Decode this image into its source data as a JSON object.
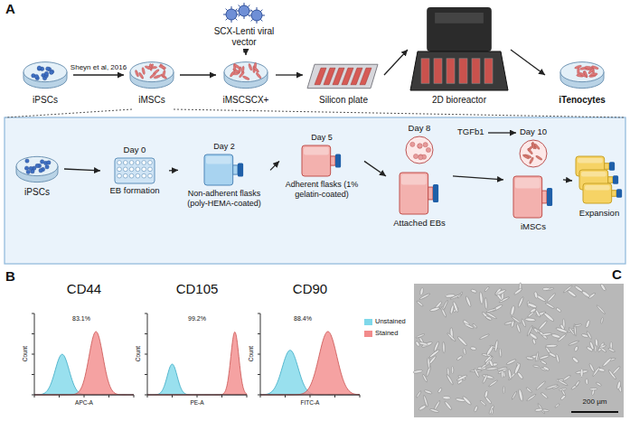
{
  "diagram": {
    "nodes": [
      {
        "text": [
          "iPSCs"
        ]
      },
      {
        "text": [
          "iMSCs"
        ]
      },
      {
        "text": [
          "SCX-Lenti viral vector"
        ]
      },
      {
        "text": [
          "iMSCSCX+"
        ]
      },
      {
        "text": [
          "Silicon plate"
        ]
      },
      {
        "text": [
          "2D bioreactor"
        ]
      },
      {
        "text": [
          "iTenocytes"
        ]
      },
      {
        "text": [
          "iPSCs"
        ]
      },
      {
        "text": [
          "Day 0",
          "EB formation"
        ]
      },
      {
        "text": [
          "Day 2",
          "Non-adherent flasks (poly-HEMA-coated)"
        ]
      },
      {
        "text": [
          "Day 5",
          "Adherent flasks (1% gelatin-coated)"
        ]
      },
      {
        "text": [
          "Day 8",
          "Attached EBs"
        ]
      },
      {
        "text": [
          "Day 10",
          "iMSCs"
        ]
      },
      {
        "text": [
          "Expansion"
        ]
      }
    ],
    "edges": [
      {
        "from": 0,
        "to": 1,
        "arrow": "to",
        "label": "Sheyn et al, 2016"
      },
      {
        "from": 1,
        "to": 3,
        "arrow": "to"
      },
      {
        "from": 2,
        "to": 3,
        "arrow": "to"
      },
      {
        "from": 3,
        "to": 4,
        "arrow": "to"
      },
      {
        "from": 4,
        "to": 5,
        "arrow": "to"
      },
      {
        "from": 5,
        "to": 6,
        "arrow": "to"
      },
      {
        "from": 7,
        "to": 8,
        "arrow": "to"
      },
      {
        "from": 8,
        "to": 9,
        "arrow": "to"
      },
      {
        "from": 9,
        "to": 10,
        "arrow": "to"
      },
      {
        "from": 10,
        "to": 11,
        "arrow": "to"
      },
      {
        "from": 11,
        "to": 12,
        "arrow": "to"
      },
      {
        "from": 12,
        "to": 13,
        "arrow": "to"
      }
    ],
    "labels": [
      "A",
      "TGFb1",
      "B",
      "CD44",
      "CD105",
      "CD90",
      "83.1%",
      "99.2%",
      "88.4%",
      "Count",
      "APC-A",
      "Count",
      "PE-A",
      "Count",
      "FITC-A",
      "C",
      "200 µm"
    ],
    "legend": [
      {
        "text": "Unstained",
        "color": "#7fd8ea"
      },
      {
        "text": "Stained",
        "color": "#f28b8b"
      }
    ]
  }
}
